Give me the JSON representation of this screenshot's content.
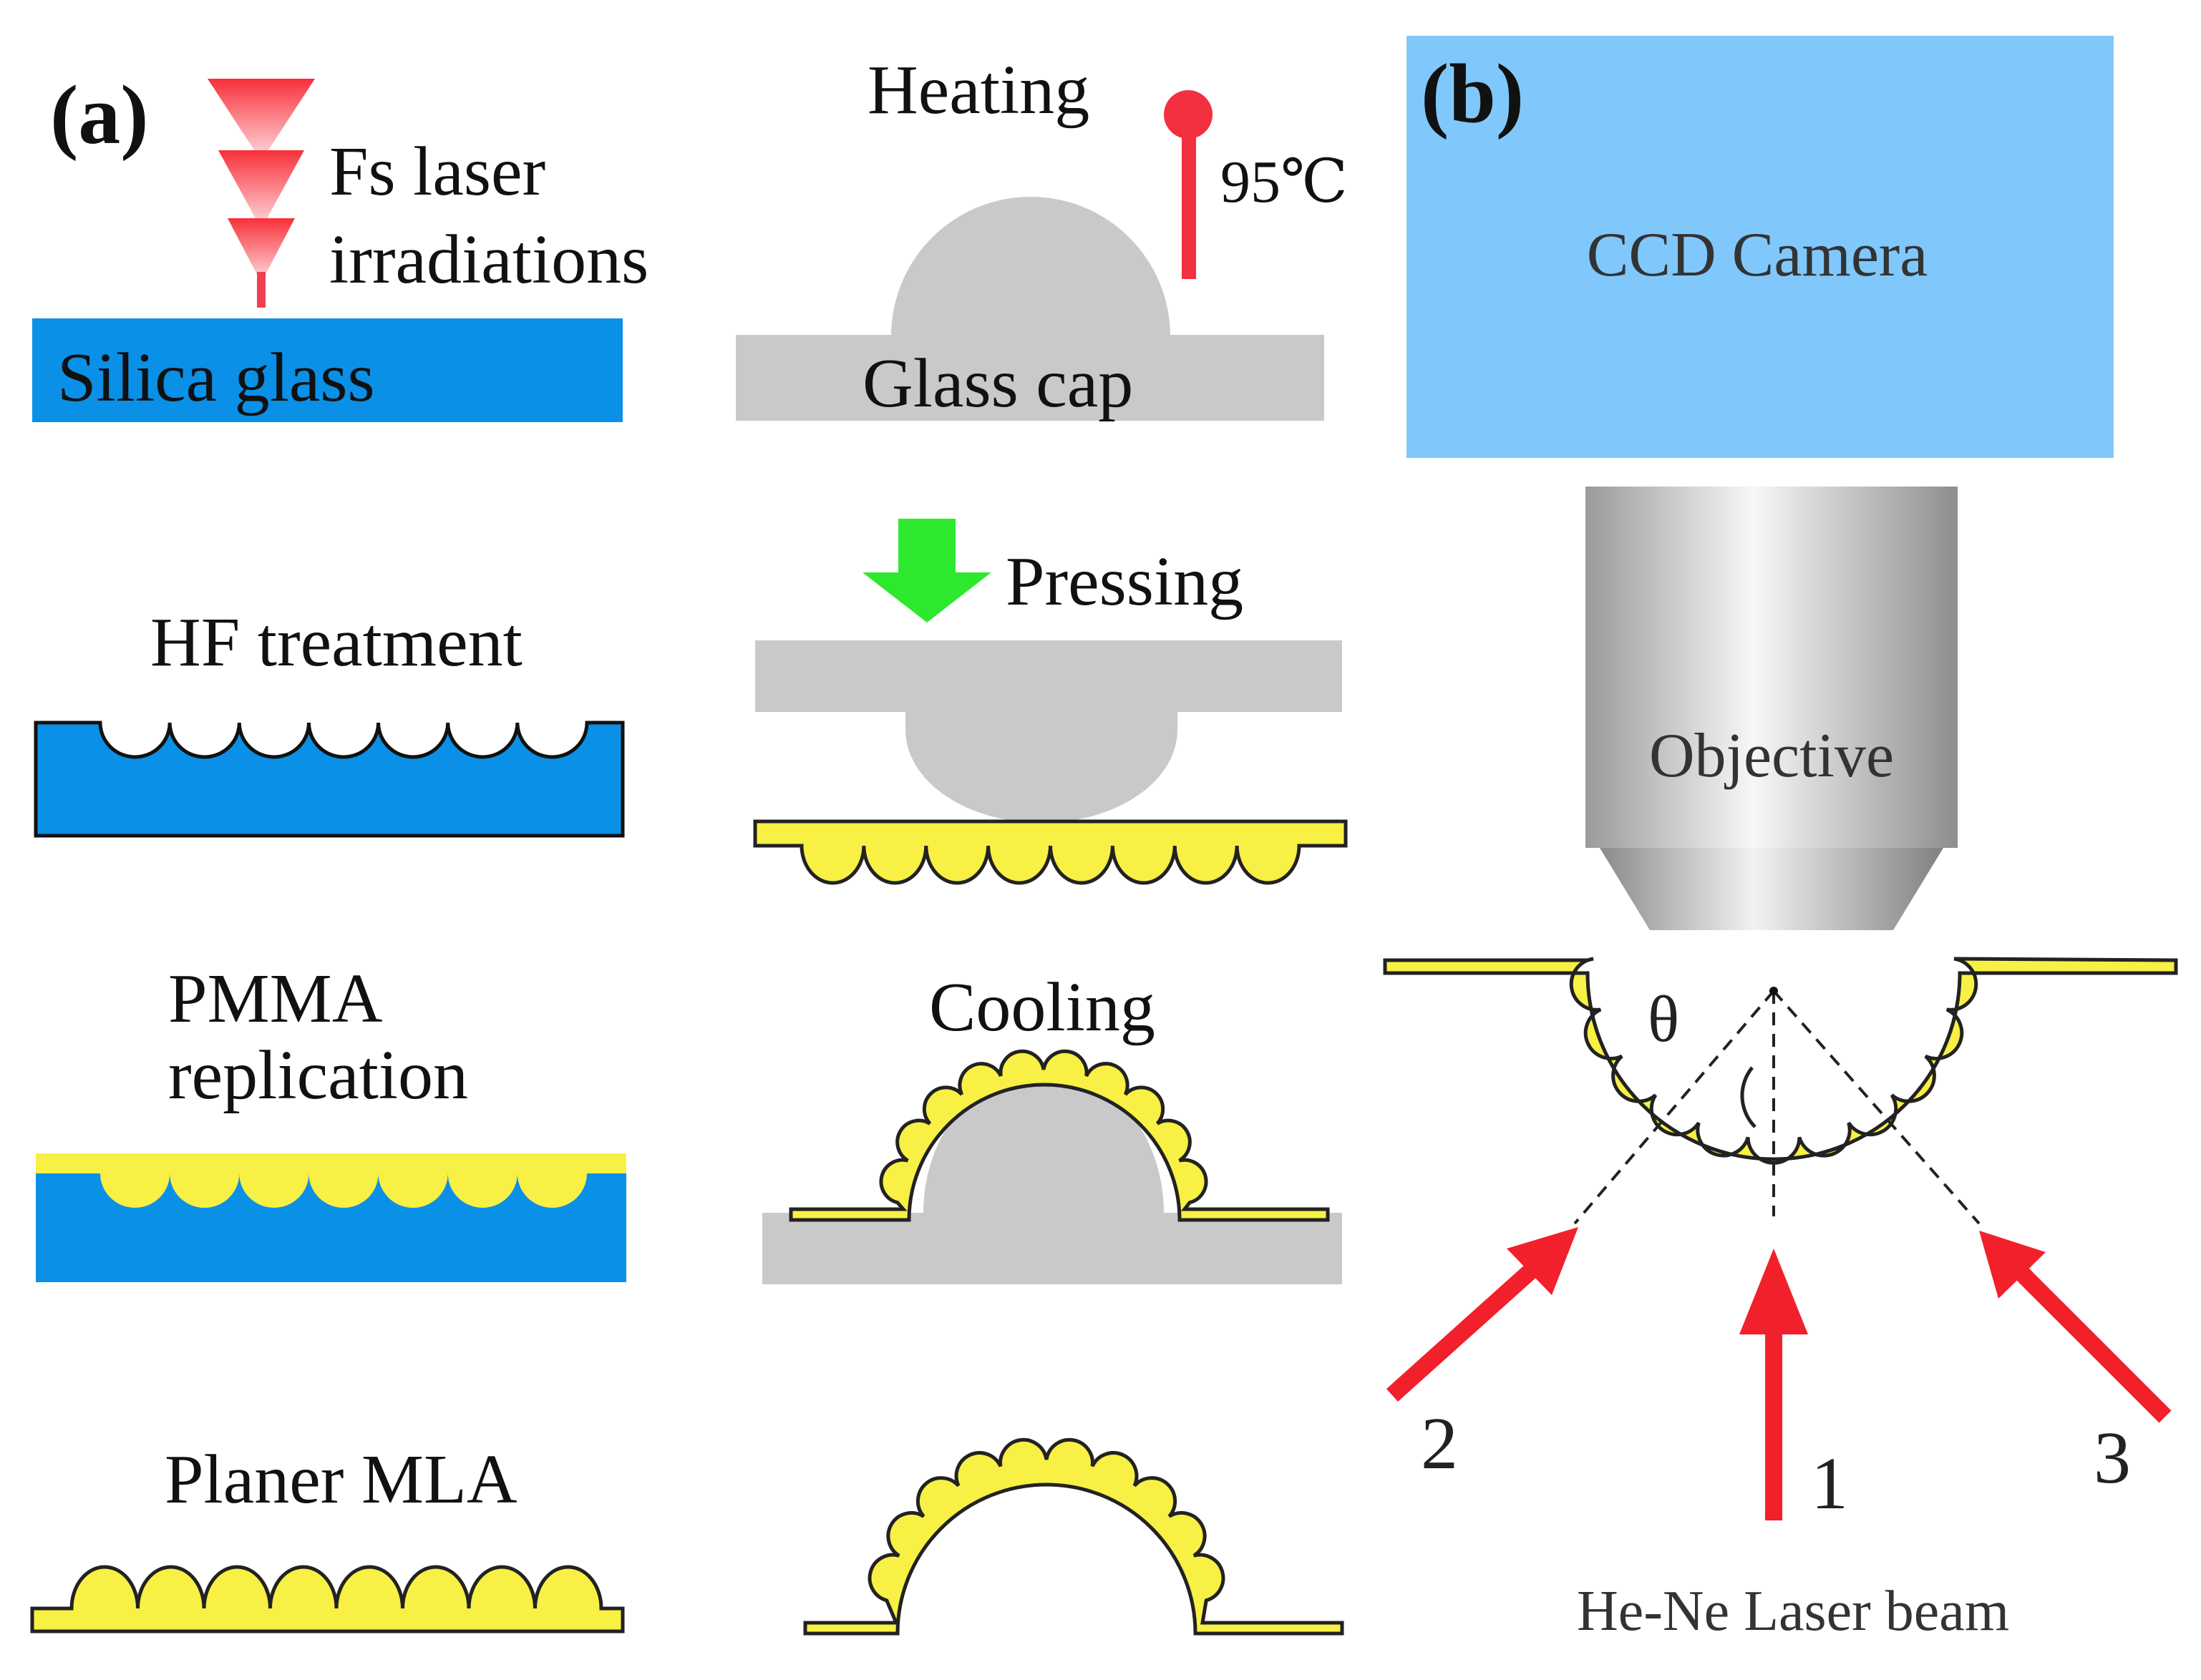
{
  "panel_a": {
    "label": "(a)",
    "fs_laser_line1": "Fs laser",
    "fs_laser_line2": "irradiations",
    "silica_glass": "Silica glass",
    "hf_treatment": "HF treatment",
    "pmma_line1": "PMMA",
    "pmma_line2": "replication",
    "planer_mla": "Planer MLA",
    "heating": "Heating",
    "temperature": "95℃",
    "glass_cap": "Glass cap",
    "pressing": "Pressing",
    "cooling": "Cooling"
  },
  "panel_b": {
    "label": "(b)",
    "camera": "CCD Camera",
    "objective": "Objective",
    "angle_symbol": "θ",
    "beam_1": "1",
    "beam_2": "2",
    "beam_3": "3",
    "laser_source": "He-Ne Laser beam"
  },
  "colors": {
    "silica_blue": "#0a90e6",
    "pmma_yellow": "#f8f044",
    "glass_gray": "#c9c9c9",
    "camera_blue": "#80c8fb",
    "laser_red": "#f2202a",
    "press_green": "#2ee82e"
  }
}
